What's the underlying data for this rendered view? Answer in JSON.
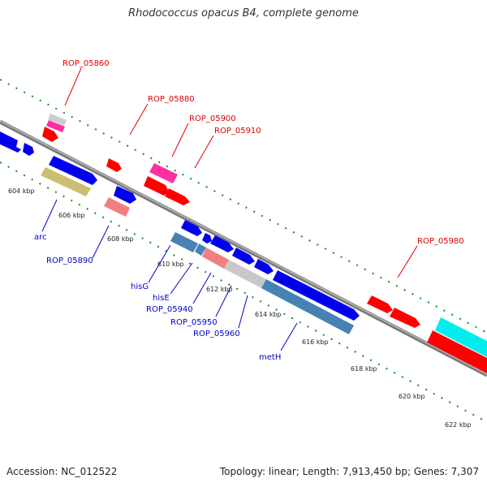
{
  "title": "Rhodococcus opacus B4, complete genome",
  "footer": {
    "accession": "Accession: NC_012522",
    "summary": "Topology: linear; Length: 7,913,450 bp; Genes: 7,307"
  },
  "colors": {
    "backbone": "#808080",
    "ticks": "#1a8a1a",
    "forward_label": "#dd0000",
    "reverse_label": "#0000cc",
    "red": "#ff0000",
    "blue": "#0000ee",
    "magenta": "#ff2fa0",
    "grey": "#c8c8c8",
    "salmon": "#f08080",
    "olive": "#c8c070",
    "steelblue": "#4682b4",
    "cyan": "#00eeee"
  },
  "kbp_ticks": [
    {
      "label": "604 kbp"
    },
    {
      "label": "606 kbp"
    },
    {
      "label": "608 kbp"
    },
    {
      "label": "610 kbp"
    },
    {
      "label": "612 kbp"
    },
    {
      "label": "614 kbp"
    },
    {
      "label": "616 kbp"
    },
    {
      "label": "618 kbp"
    },
    {
      "label": "620 kbp"
    },
    {
      "label": "622 kbp"
    }
  ],
  "forward_labels": [
    {
      "text": "ROP_05860"
    },
    {
      "text": "ROP_05880"
    },
    {
      "text": "ROP_05900"
    },
    {
      "text": "ROP_05910"
    },
    {
      "text": "ROP_05980"
    }
  ],
  "reverse_labels": [
    {
      "text": "arc"
    },
    {
      "text": "ROP_05890"
    },
    {
      "text": "hisG"
    },
    {
      "text": "hisE"
    },
    {
      "text": "ROP_05940"
    },
    {
      "text": "ROP_05950"
    },
    {
      "text": "ROP_05960"
    },
    {
      "text": "metH"
    }
  ]
}
